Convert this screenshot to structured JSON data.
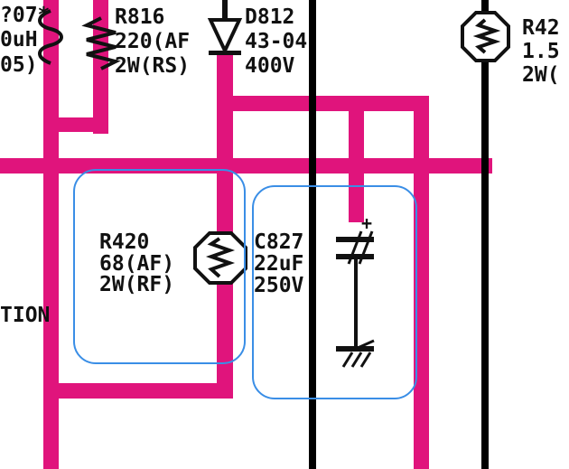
{
  "colors": {
    "trace": "#e0147c",
    "wire": "#000000",
    "symbol": "#111111",
    "highlight_box": "#3a8ee6",
    "background": "#ffffff"
  },
  "components": {
    "partial_inductor": {
      "ref": "?07*",
      "line2": "0uH",
      "line3": "05)"
    },
    "r816": {
      "ref": "R816",
      "line2": "220(AF",
      "line3": "2W(RS)"
    },
    "d812": {
      "ref": "D812",
      "line2": "43-04",
      "line3": "400V"
    },
    "r42x": {
      "ref": "R42",
      "line2": "1.5",
      "line3": "2W("
    },
    "r420": {
      "ref": "R420",
      "line2": "68(AF)",
      "line3": "2W(RF)"
    },
    "c827": {
      "ref": "C827",
      "line2": "22uF",
      "line3": "250V",
      "polarity": "+"
    },
    "side_label": "TION"
  },
  "highlights": [
    "r420-box",
    "c827-box"
  ]
}
